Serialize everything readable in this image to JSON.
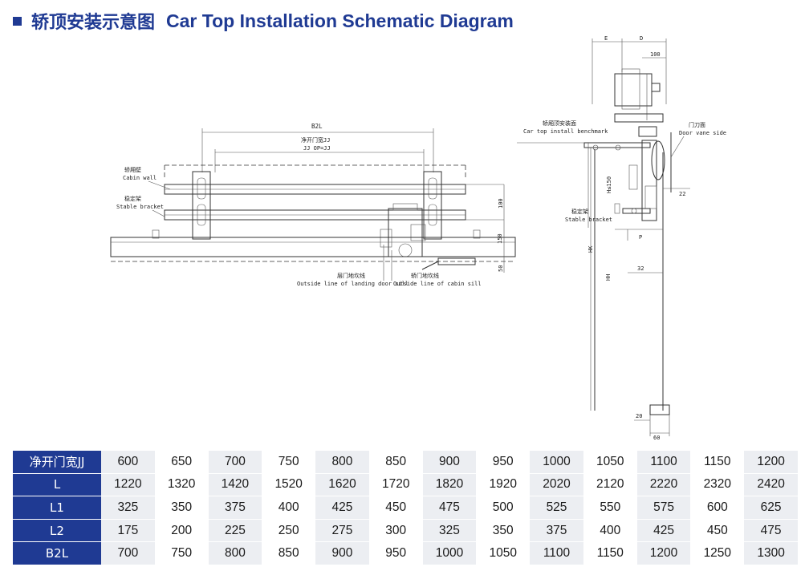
{
  "title": {
    "cn": "轿顶安装示意图",
    "en": "Car Top Installation Schematic Diagram"
  },
  "front_view": {
    "b2l_label": "B2L",
    "jj_label_cn": "净开门宽JJ",
    "jj_label_en": "JJ OP=JJ",
    "cabin_wall_cn": "轿厢壁",
    "cabin_wall_en": "Cabin wall",
    "stable_bracket_cn": "稳定架",
    "stable_bracket_en": "Stable bracket",
    "dim_100": "100",
    "dim_150": "150",
    "dim_50": "50",
    "landing_sill_cn": "层门地坎线",
    "landing_sill_en": "Outside line of landing door sill",
    "cabin_sill_cn": "轿门地坎线",
    "cabin_sill_en": "Outside line of cabin sill"
  },
  "side_view": {
    "dim_e": "E",
    "dim_d": "D",
    "dim_100": "100",
    "benchmark_cn": "轿厢顶安装面",
    "benchmark_en": "Car top install benchmark",
    "door_vane_cn": "门刀面",
    "door_vane_en": "Door vane side",
    "dim_h150": "H≤150",
    "dim_22": "22",
    "stable_bracket_cn": "稳定架",
    "stable_bracket_en": "Stable bracket",
    "dim_p": "P",
    "dim_32": "32",
    "dim_hk": "HK",
    "dim_hh": "HH",
    "dim_20": "20",
    "dim_60": "60"
  },
  "spec_table": {
    "rows": [
      {
        "label": "净开门宽JJ",
        "values": [
          "600",
          "650",
          "700",
          "750",
          "800",
          "850",
          "900",
          "950",
          "1000",
          "1050",
          "1100",
          "1150",
          "1200"
        ]
      },
      {
        "label": "L",
        "values": [
          "1220",
          "1320",
          "1420",
          "1520",
          "1620",
          "1720",
          "1820",
          "1920",
          "2020",
          "2120",
          "2220",
          "2320",
          "2420"
        ]
      },
      {
        "label": "L1",
        "values": [
          "325",
          "350",
          "375",
          "400",
          "425",
          "450",
          "475",
          "500",
          "525",
          "550",
          "575",
          "600",
          "625"
        ]
      },
      {
        "label": "L2",
        "values": [
          "175",
          "200",
          "225",
          "250",
          "275",
          "300",
          "325",
          "350",
          "375",
          "400",
          "425",
          "450",
          "475"
        ]
      },
      {
        "label": "B2L",
        "values": [
          "700",
          "750",
          "800",
          "850",
          "900",
          "950",
          "1000",
          "1050",
          "1100",
          "1150",
          "1200",
          "1250",
          "1300"
        ]
      }
    ]
  },
  "colors": {
    "accent": "#1f3a93",
    "row_shade": "#eceef2"
  }
}
